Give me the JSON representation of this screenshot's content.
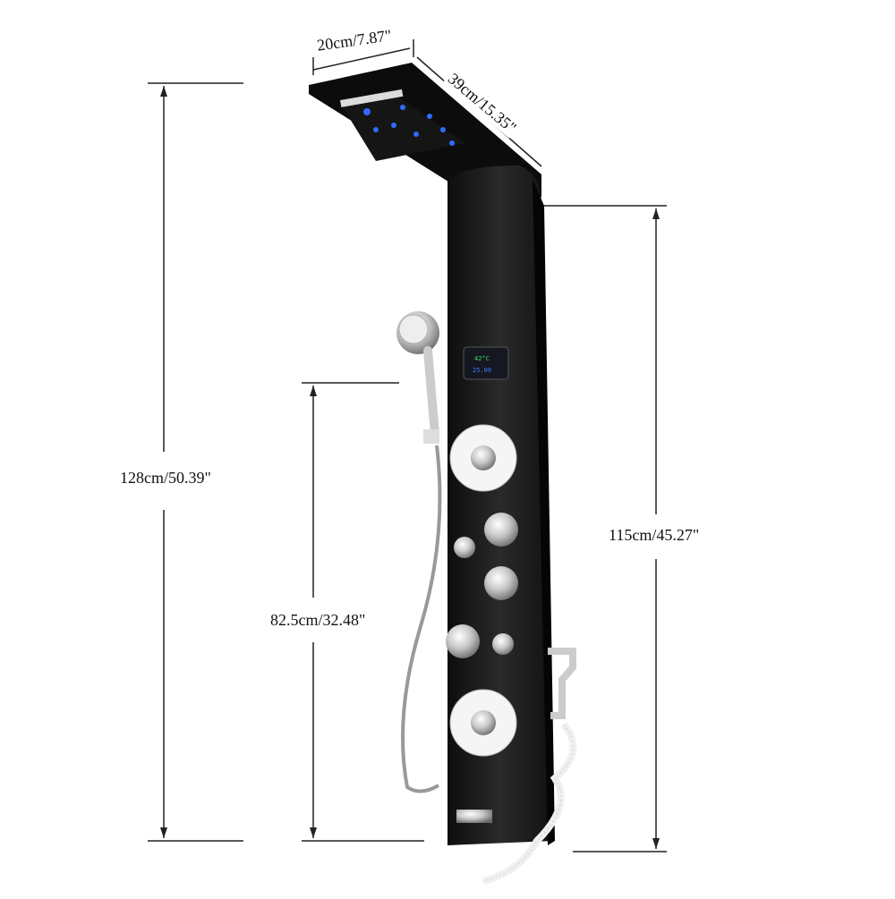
{
  "image": {
    "subject": "shower panel tower with rainfall head, handheld shower, massage jets, bidet sprayer",
    "panel_color": "#1a1a1a",
    "led_color": "#2f6bff",
    "display_green": "#3ddc6a"
  },
  "dimensions": {
    "head_width": "20cm/7.87\"",
    "head_depth": "39cm/15.35\"",
    "total_height": "128cm/50.39\"",
    "panel_height": "115cm/45.27\"",
    "handshower_height": "82.5cm/32.48\""
  }
}
